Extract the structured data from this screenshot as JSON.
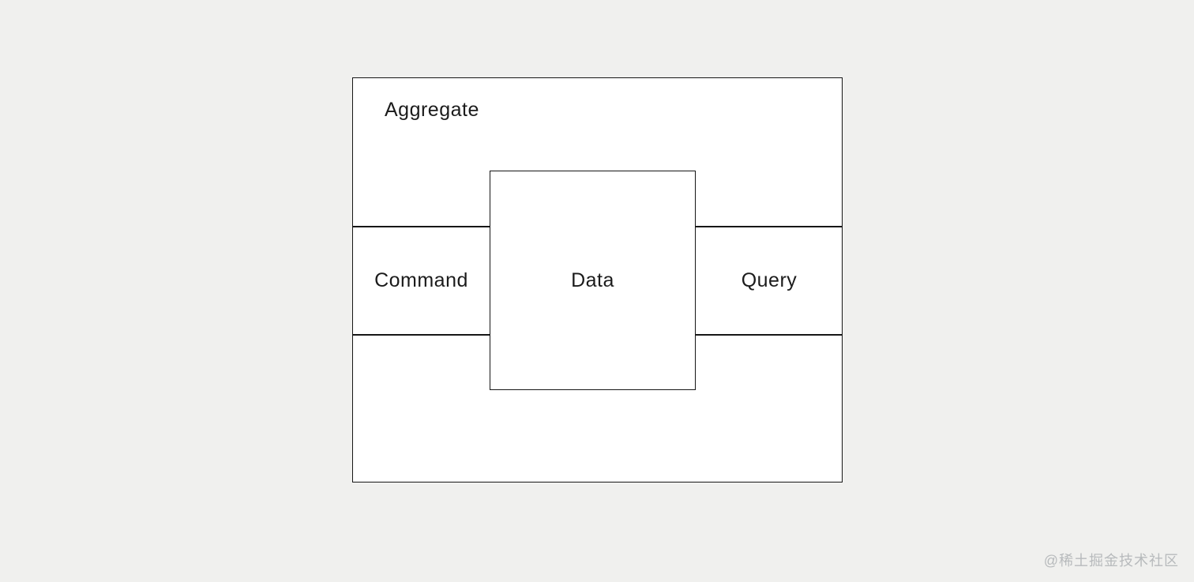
{
  "diagram": {
    "aggregate_label": "Aggregate",
    "command_label": "Command",
    "data_label": "Data",
    "query_label": "Query"
  },
  "watermark": {
    "text": "@稀土掘金技术社区"
  },
  "colors": {
    "background": "#f0f0ee",
    "box_fill": "#ffffff",
    "border": "#161616",
    "text": "#1b1b1b",
    "watermark": "#b7babc"
  }
}
